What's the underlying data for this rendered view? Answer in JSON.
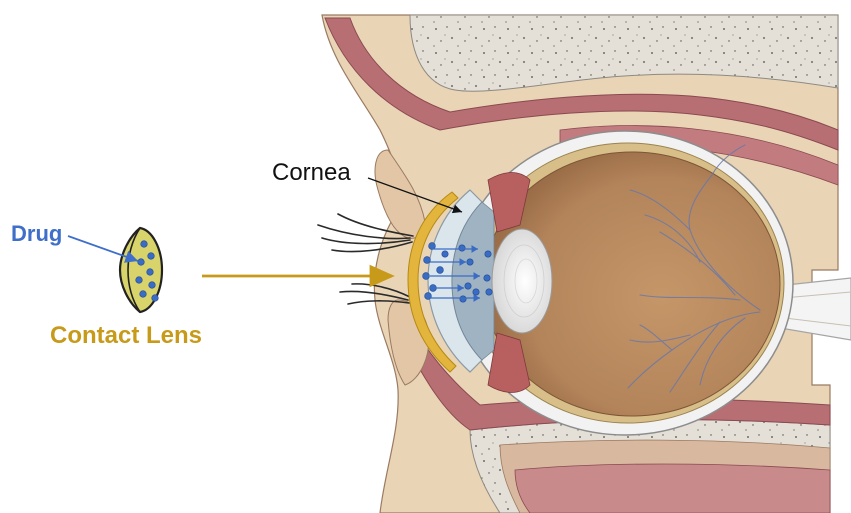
{
  "labels": {
    "drug": "Drug",
    "contact_lens": "Contact Lens",
    "cornea": "Cornea"
  },
  "colors": {
    "drug_text": "#3f6fc9",
    "lens_text": "#c89a1a",
    "arrow": "#c89a1a",
    "drug_dot": "#3b6cc4",
    "lens_fill": "#d8d36a",
    "skin": "#e9d4b6",
    "muscle": "#b86f74",
    "bone": "#e4e0d8",
    "eyeball_interior": "#b7885d",
    "sclera": "#f2f2f2",
    "lens_body": "#ededed",
    "vessels": "#6a78a8"
  }
}
